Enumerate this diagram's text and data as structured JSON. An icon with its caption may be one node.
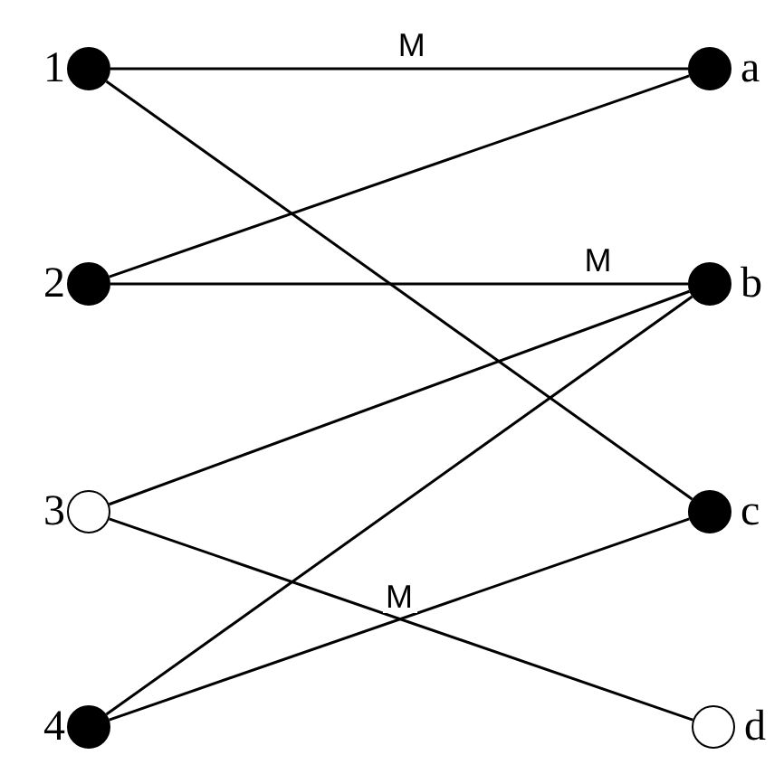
{
  "diagram": {
    "nodes": [
      {
        "text": [],
        "shape": "dot",
        "beside": [
          "1"
        ]
      },
      {
        "text": [],
        "shape": "dot",
        "beside": [
          "2"
        ]
      },
      {
        "text": [],
        "shape": "circle",
        "beside": [
          "3"
        ]
      },
      {
        "text": [],
        "shape": "dot",
        "beside": [
          "4"
        ]
      },
      {
        "text": [],
        "shape": "dot",
        "beside": [
          "a"
        ]
      },
      {
        "text": [],
        "shape": "dot",
        "beside": [
          "b"
        ]
      },
      {
        "text": [],
        "shape": "dot",
        "beside": [
          "c"
        ]
      },
      {
        "text": [],
        "shape": "circle",
        "beside": [
          "d"
        ]
      }
    ],
    "edges": [
      {
        "from": 0,
        "to": 4,
        "arrow": "none",
        "label": "M"
      },
      {
        "from": 0,
        "to": 6,
        "arrow": "none"
      },
      {
        "from": 1,
        "to": 4,
        "arrow": "none"
      },
      {
        "from": 1,
        "to": 5,
        "arrow": "none",
        "label": "M"
      },
      {
        "from": 2,
        "to": 5,
        "arrow": "none"
      },
      {
        "from": 2,
        "to": 7,
        "arrow": "none"
      },
      {
        "from": 3,
        "to": 5,
        "arrow": "none"
      },
      {
        "from": 3,
        "to": 6,
        "arrow": "none",
        "label": "M"
      }
    ]
  }
}
